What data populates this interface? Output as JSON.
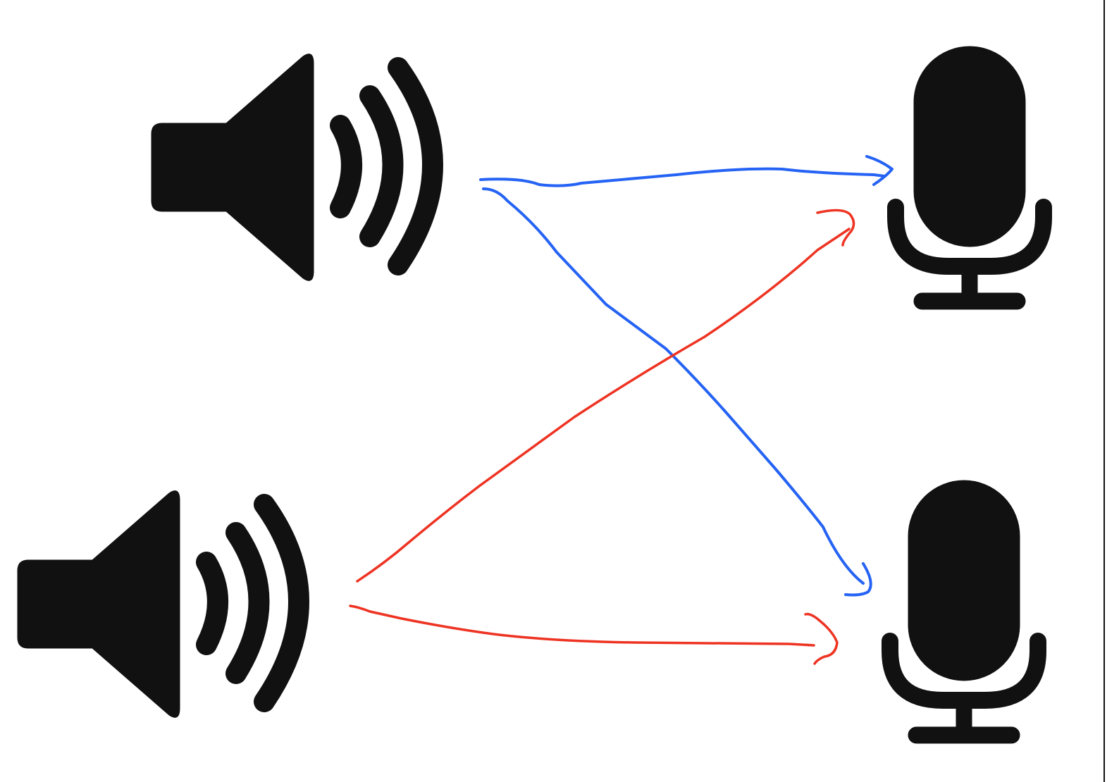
{
  "diagram": {
    "nodes": [
      {
        "id": "speaker-1",
        "icon": "speaker-sound-icon"
      },
      {
        "id": "speaker-2",
        "icon": "speaker-sound-icon"
      },
      {
        "id": "mic-1",
        "icon": "microphone-icon"
      },
      {
        "id": "mic-2",
        "icon": "microphone-icon"
      }
    ],
    "edges": [
      {
        "from": "speaker-1",
        "to": "mic-1",
        "color": "#2563f5"
      },
      {
        "from": "speaker-1",
        "to": "mic-2",
        "color": "#2563f5"
      },
      {
        "from": "speaker-2",
        "to": "mic-1",
        "color": "#ee3322"
      },
      {
        "from": "speaker-2",
        "to": "mic-2",
        "color": "#ee3322"
      }
    ],
    "colors": {
      "icon": "#111111",
      "speaker_1_paths": "#2563f5",
      "speaker_2_paths": "#ee3322"
    }
  }
}
